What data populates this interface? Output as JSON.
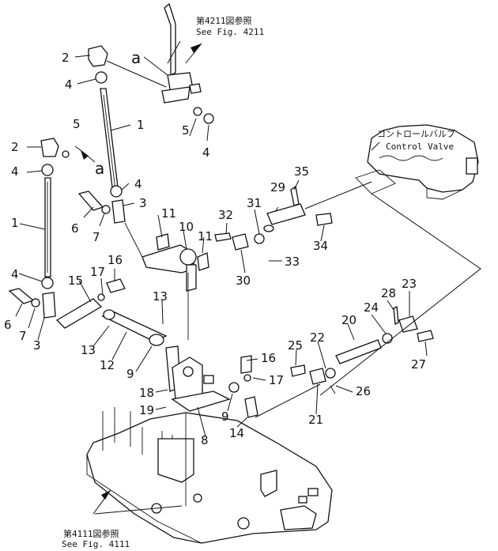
{
  "references": {
    "top_jp": "第4211図参照",
    "top_en": "See Fig. 4211",
    "bottom_jp": "第4111図参照",
    "bottom_en": "See Fig. 4111",
    "valve_jp": "コントロールバルブ",
    "valve_en": "Control Valve"
  },
  "markers": {
    "a_top": "a",
    "a_mid": "a"
  },
  "callouts": {
    "c1a": "1",
    "c1b": "1",
    "c2a": "2",
    "c2b": "2",
    "c3a": "3",
    "c3b": "3",
    "c4a": "4",
    "c4b": "4",
    "c4c": "4",
    "c4d": "4",
    "c4e": "4",
    "c5a": "5",
    "c5b": "5",
    "c6a": "6",
    "c6b": "6",
    "c7a": "7",
    "c7b": "7",
    "c8": "8",
    "c9a": "9",
    "c9b": "9",
    "c10": "10",
    "c11a": "11",
    "c11b": "11",
    "c12": "12",
    "c13a": "13",
    "c13b": "13",
    "c14": "14",
    "c15": "15",
    "c16a": "16",
    "c16b": "16",
    "c17a": "17",
    "c17b": "17",
    "c18": "18",
    "c19": "19",
    "c20": "20",
    "c21": "21",
    "c22": "22",
    "c23": "23",
    "c24": "24",
    "c25": "25",
    "c26": "26",
    "c27": "27",
    "c28": "28",
    "c29": "29",
    "c30": "30",
    "c31": "31",
    "c32": "32",
    "c33": "33",
    "c34": "34",
    "c35": "35"
  }
}
